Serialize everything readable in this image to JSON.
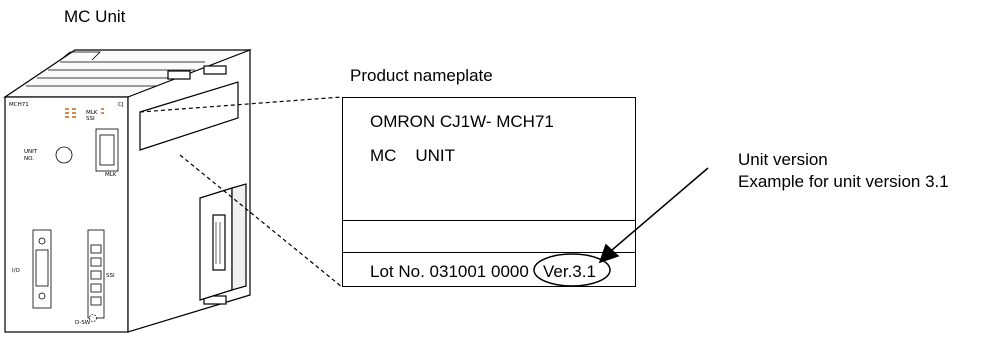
{
  "title": "MC Unit",
  "nameplate": {
    "caption": "Product nameplate",
    "model": "OMRON CJ1W- MCH71",
    "unit_name": "MC    UNIT",
    "lot_number": "Lot No. 031001 0000",
    "version": "Ver.3.1"
  },
  "callout": {
    "title": "Unit version",
    "example": "Example for unit version 3.1"
  },
  "unit_labels": {
    "model_tag": "MCH71",
    "cj_tag": "CJ",
    "unit_no": "UNIT",
    "no": "NO.",
    "mlk": "MLK",
    "mlk_side": "MLK",
    "ssi": "SSI",
    "io": "I/O",
    "bottom_tag": "D-SW"
  },
  "colors": {
    "line": "#000000",
    "led": "#d98a4a"
  }
}
